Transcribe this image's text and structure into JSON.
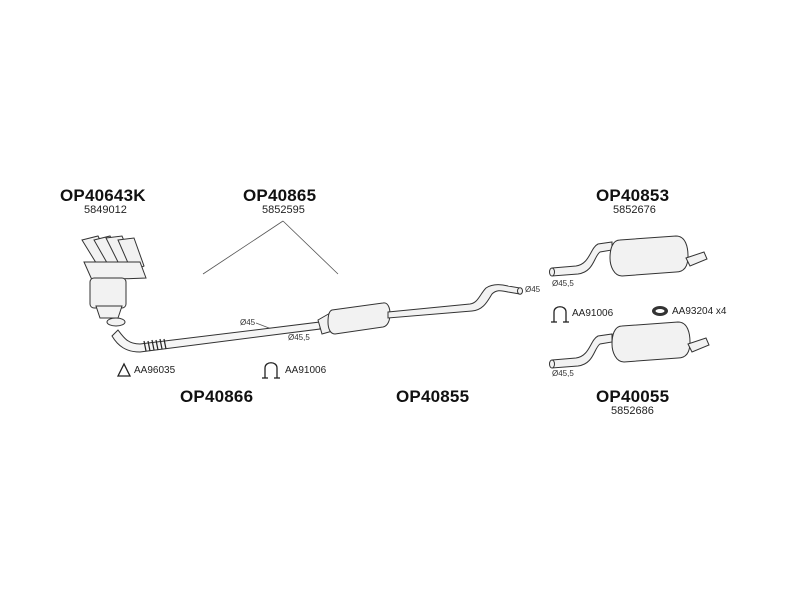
{
  "parts": {
    "manifold": {
      "code": "OP40643K",
      "oem": "5849012"
    },
    "front_pipe": {
      "code": "OP40865",
      "oem": "5852595"
    },
    "rear_top": {
      "code": "OP40853",
      "oem": "5852676"
    },
    "flex_pipe": {
      "code": "OP40866"
    },
    "middle": {
      "code": "OP40855"
    },
    "rear_bottom": {
      "code": "OP40055",
      "oem": "5852686"
    }
  },
  "fittings": {
    "gasket": "AA96035",
    "clamp_mid": "AA91006",
    "clamp_rear": "AA91006",
    "hanger": "AA93204 x4"
  },
  "diameters": {
    "d45_front": "Ø45",
    "d455_front": "Ø45,5",
    "d45_mid": "Ø45",
    "d455_rear_top": "Ø45,5",
    "d455_rear_bottom": "Ø45,5"
  }
}
